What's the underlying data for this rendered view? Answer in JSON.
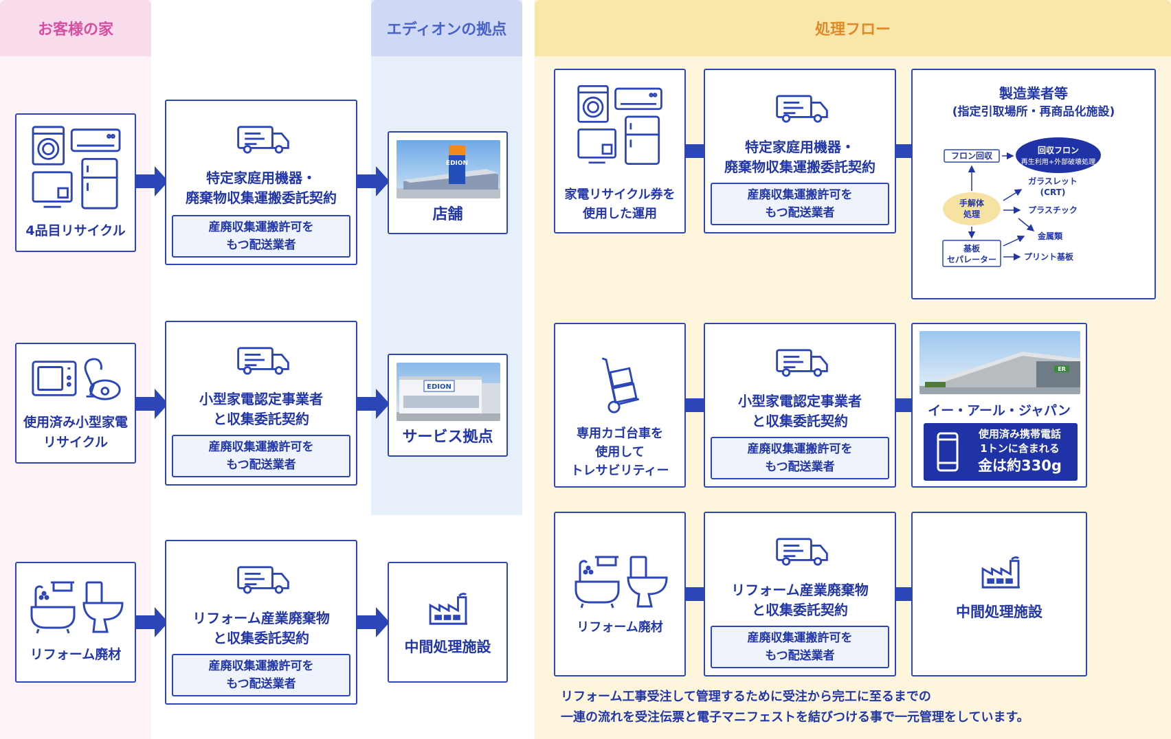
{
  "columns": {
    "customer": "お客様の家",
    "edion": "エディオンの拠点",
    "flow": "処理フロー"
  },
  "colors": {
    "customer_bg": "#fdf2f8",
    "customer_head": "#f8dcec",
    "customer_text": "#d44fa0",
    "edion_bg": "#e7effa",
    "edion_head": "#cfd8f4",
    "edion_text": "#4a63c8",
    "flow_bg": "#fdf6dc",
    "flow_head": "#f9e7a9",
    "flow_text": "#e0892a",
    "navy": "#2236a8"
  },
  "rows": [
    {
      "source": "4品目リサイクル",
      "contract": [
        "特定家庭用機器・",
        "廃棄物収集運搬委託契約"
      ],
      "carrier": [
        "産廃収集運搬許可を",
        "もつ配送業者"
      ],
      "base": "店舗"
    },
    {
      "source": [
        "使用済み小型家電",
        "リサイクル"
      ],
      "contract": [
        "小型家電認定事業者",
        "と収集委託契約"
      ],
      "carrier": [
        "産廃収集運搬許可を",
        "もつ配送業者"
      ],
      "base": "サービス拠点"
    },
    {
      "source": "リフォーム廃材",
      "contract": [
        "リフォーム産業廃棄物",
        "と収集委託契約"
      ],
      "carrier": [
        "産廃収集運搬許可を",
        "もつ配送業者"
      ],
      "base": "中間処理施設"
    }
  ],
  "flow": {
    "row1": {
      "start": [
        "家電リサイクル券を",
        "使用した運用"
      ],
      "contract": [
        "特定家庭用機器・",
        "廃棄物収集運搬委託契約"
      ],
      "carrier": [
        "産廃収集運搬許可を",
        "もつ配送業者"
      ],
      "dest_title": "製造業者等",
      "dest_sub": "(指定引取場所・再商品化施設)",
      "diagram": {
        "freon": "フロン回収",
        "recovered": "回収フロン",
        "recovered_sub": "再生利用+外部破壊処理",
        "dismantle": [
          "手解体",
          "処理"
        ],
        "glass": [
          "ガラスレット",
          "(CRT)"
        ],
        "plastic": "プラスチック",
        "metal": "金属類",
        "board": [
          "基板",
          "セパレーター"
        ],
        "pcb": "プリント基板"
      }
    },
    "row2": {
      "start": [
        "専用カゴ台車を",
        "使用して",
        "トレサビリティー"
      ],
      "contract": [
        "小型家電認定事業者",
        "と収集委託契約"
      ],
      "carrier": [
        "産廃収集運搬許可を",
        "もつ配送業者"
      ],
      "dest_title": "イー・アール・ジャパン",
      "badge": [
        "使用済み携帯電話",
        "1トンに含まれる",
        "金は約330g"
      ]
    },
    "row3": {
      "start": "リフォーム廃材",
      "contract": [
        "リフォーム産業廃棄物",
        "と収集委託契約"
      ],
      "carrier": [
        "産廃収集運搬許可を",
        "もつ配送業者"
      ],
      "dest_title": "中間処理施設"
    },
    "note": [
      "リフォーム工事受注して管理するために受注から完工に至るまでの",
      "一連の流れを受注伝票と電子マニフェストを結びつける事で一元管理をしています。"
    ]
  },
  "photo_signs": {
    "store": "EDION",
    "service": "EDION",
    "erj": "ER"
  }
}
